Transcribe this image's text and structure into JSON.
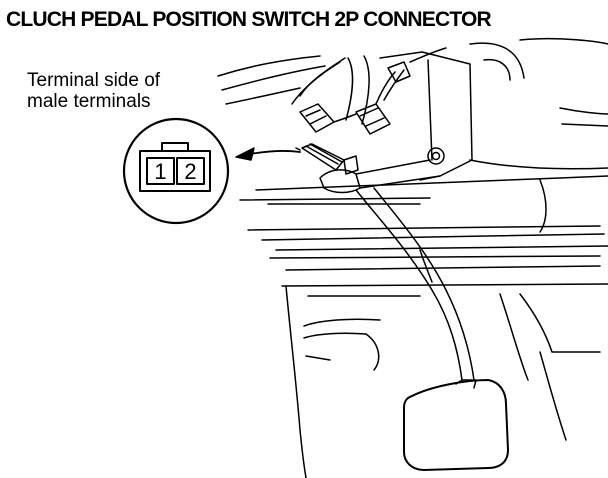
{
  "title": "CLUCH PEDAL POSITION SWITCH 2P CONNECTOR",
  "caption": {
    "line1": "Terminal side of",
    "line2": "male terminals"
  },
  "connector": {
    "terminals": [
      "1",
      "2"
    ]
  }
}
